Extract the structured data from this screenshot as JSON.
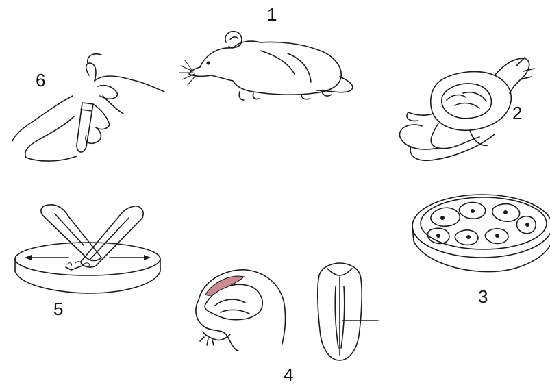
{
  "steps": [
    {
      "number": "1",
      "subject": "mouse-icon"
    },
    {
      "number": "2",
      "subject": "dissected-mouse-icon"
    },
    {
      "number": "3",
      "subject": "petri-dish-pups-icon"
    },
    {
      "number": "4",
      "subject": "pup-brain-dissection-icon"
    },
    {
      "number": "5",
      "subject": "scalpel-mincing-icon"
    },
    {
      "number": "6",
      "subject": "tube-pipetting-icon"
    }
  ],
  "colors": {
    "line": "#1a1a1a",
    "highlight": "#c98a96",
    "background": "#ffffff"
  }
}
